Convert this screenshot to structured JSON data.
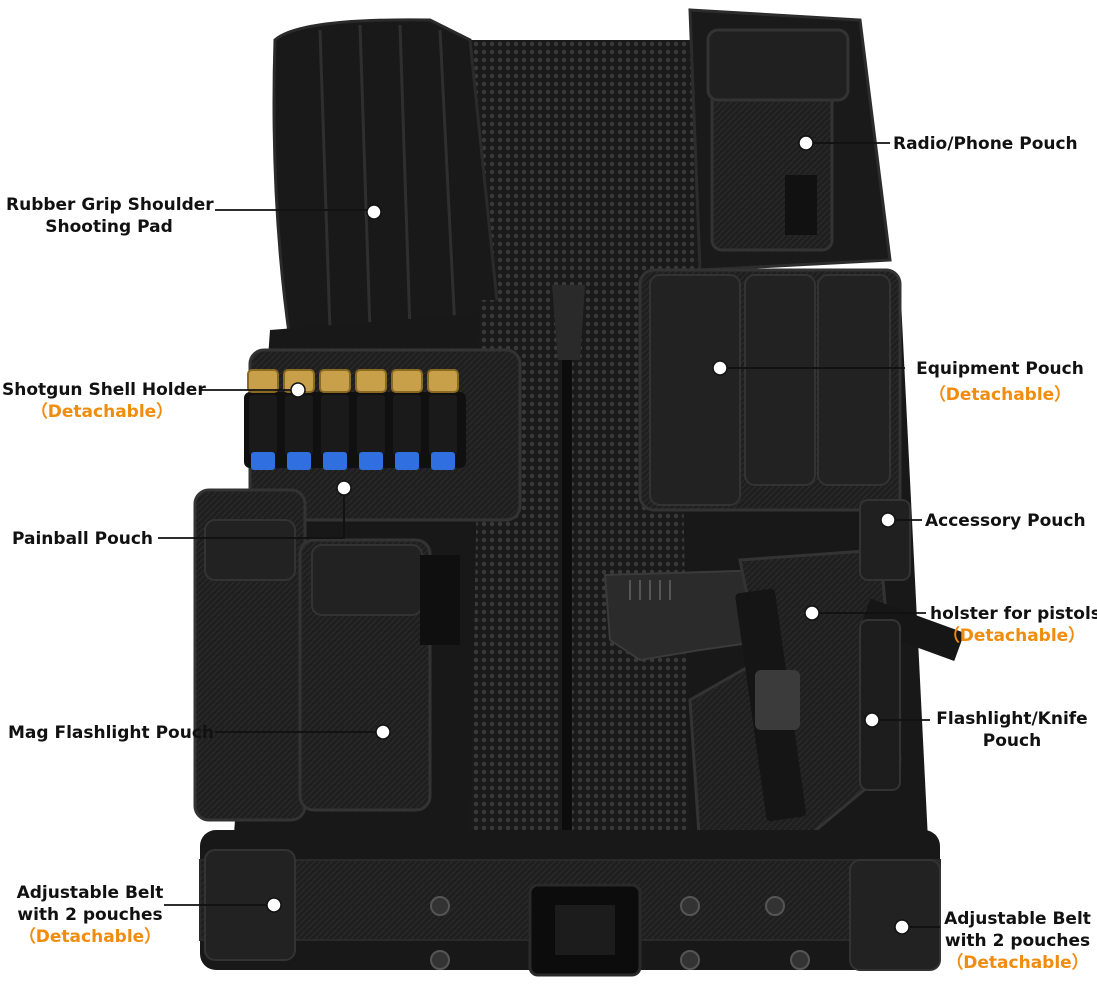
{
  "labels": {
    "rubber_grip_1": "Rubber Grip Shoulder",
    "rubber_grip_2": "Shooting Pad",
    "radio_phone": "Radio/Phone Pouch",
    "shotgun_shell": "Shotgun Shell Holder",
    "shotgun_shell_note": "（Detachable）",
    "equipment": "Equipment Pouch",
    "equipment_note": "（Detachable）",
    "painball": "Painball Pouch",
    "accessory": "Accessory Pouch",
    "holster": "holster for pistols",
    "holster_note": "（Detachable）",
    "mag_flashlight": "Mag Flashlight Pouch",
    "flashlight_knife_1": "Flashlight/Knife",
    "flashlight_knife_2": "Pouch",
    "belt_left_1": "Adjustable Belt",
    "belt_left_2": "with 2 pouches",
    "belt_left_note": "（Detachable）",
    "belt_right_1": "Adjustable Belt",
    "belt_right_2": "with 2 pouches",
    "belt_right_note": "（Detachable）"
  },
  "colors": {
    "accent": "#f08c0f",
    "text": "#111111",
    "vest": "#1c1c1c"
  }
}
